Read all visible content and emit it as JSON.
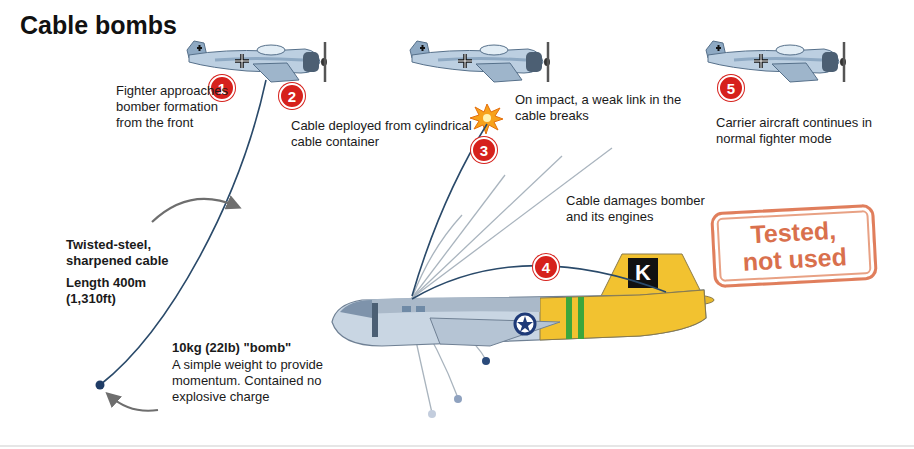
{
  "diagram": {
    "title": "Cable bombs",
    "nodes": [
      {
        "text": [
          "1"
        ]
      },
      {
        "text": [
          "2"
        ]
      },
      {
        "text": [
          "3"
        ]
      },
      {
        "text": [
          "4"
        ]
      },
      {
        "text": [
          "5"
        ]
      },
      {
        "text": [
          "Tested, not used"
        ]
      }
    ],
    "labels": [
      "Fighter approaches bomber formation from the front",
      "Cable deployed from cylindrical cable container",
      "On impact, a weak link in the cable breaks",
      "Cable damages bomber and its engines",
      "Carrier aircraft continues in normal fighter mode",
      "Twisted-steel, sharpened cable",
      "Length 400m (1,310ft)",
      "10kg (22lb) \"bomb\"",
      "A simple weight to provide momentum. Contained no explosive charge",
      "K"
    ]
  }
}
